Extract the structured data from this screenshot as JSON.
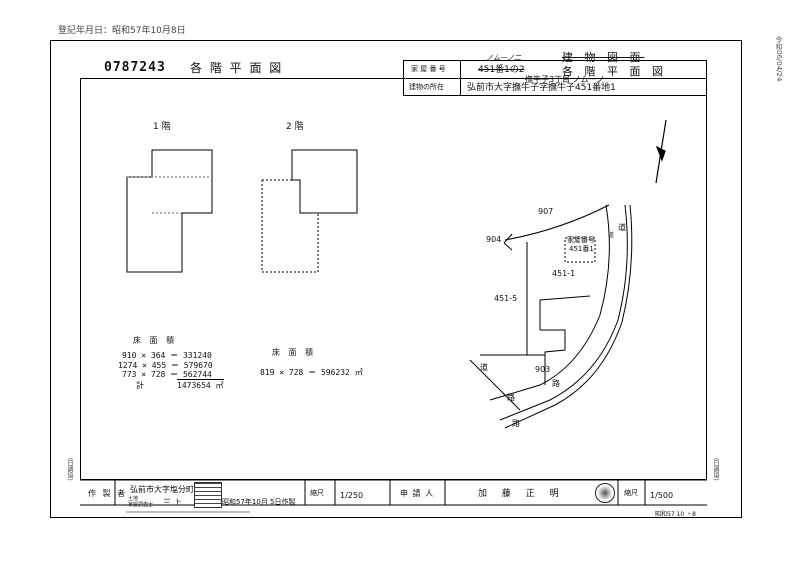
{
  "top_note": "登記年月日：昭和57年10月8日",
  "right_stamp": "令和06/04/24",
  "doc_number": "0787243",
  "doc_title": "各 階 平 面 図",
  "header_right": {
    "title_struck": "建 物 図 面",
    "title": "各 階 平 面 図"
  },
  "info_rows": {
    "house_number_label": "家 屋 番 号",
    "house_number_value": "451番1の2",
    "house_number_note": "ノム一ノ二",
    "location_label": "建物の所在",
    "location_value": "弘前市大字撫牛子字撫牛子451番地1",
    "location_note": "撫牛子3丁目 ノム一ノ"
  },
  "floor_labels": {
    "first": "1 階",
    "second": "2 階"
  },
  "area1": {
    "title": "床 面 積",
    "rows": [
      "910 × 364 ＝ 331240",
      "1274 × 455 ＝ 579670",
      "773 × 728 ＝ 562744"
    ],
    "total_label": "計",
    "total_value": "1473654 ㎡"
  },
  "area2": {
    "title": "床 面 積",
    "row": "819 × 728 ＝ 596232 ㎡"
  },
  "map": {
    "parcels": [
      "907",
      "904",
      "451-1",
      "451-5",
      "903"
    ],
    "building_label": "家屋番号",
    "building_number": "451番1",
    "road_chars": [
      "道",
      "路"
    ],
    "road2_chars": [
      "道",
      "路"
    ],
    "road3_chars": [
      "道",
      "路"
    ]
  },
  "footer": {
    "maker_label": "作 製 者",
    "maker_address": "弘前市大字塩分町",
    "maker_sub1": "土地",
    "maker_sub2": "家屋調査士",
    "maker_name": "三 上",
    "date": "昭和57年10月 5日作製",
    "scale_label": "縮尺",
    "scale_left": "1/250",
    "applicant_label": "申 請 人",
    "applicant_name": "加 藤 正 明",
    "scale_right": "1/500",
    "bottom_code": "昭和57 10 ・8"
  },
  "side_labels": {
    "left": "(日調協)",
    "right": "(日調協)"
  }
}
